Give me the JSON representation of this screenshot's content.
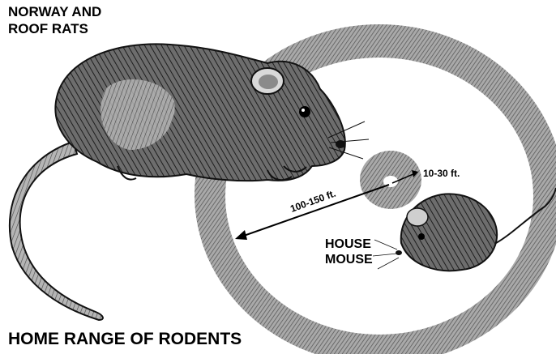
{
  "labels": {
    "rats_line1": "NORWAY AND",
    "rats_line2": "ROOF RATS",
    "mouse_line1": "HOUSE",
    "mouse_line2": "MOUSE",
    "rat_range": "100-150 ft.",
    "mouse_range": "10-30 ft.",
    "title": "HOME RANGE OF RODENTS"
  },
  "colors": {
    "ring_fill": "#8c8c8c",
    "ink": "#000000",
    "background": "#ffffff"
  },
  "icons": {
    "rat": "rat-illustration",
    "mouse": "mouse-illustration"
  }
}
